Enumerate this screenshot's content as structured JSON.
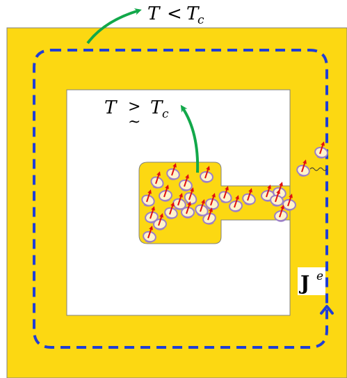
{
  "labels": {
    "top_left": "T",
    "top_op": "<",
    "top_right": "T",
    "top_sub": "c",
    "inner_left": "T",
    "inner_op_top": ">",
    "inner_op_bottom": "~",
    "inner_right": "T",
    "inner_sub": "c",
    "current_base": "J",
    "current_sup": "e"
  },
  "colors": {
    "ring": "#FCD812",
    "outline": "#808080",
    "current_loop": "#1F3ED6",
    "arrow": "#12A84A",
    "spin_arrow": "#E01010",
    "particle": "#9B7FC8",
    "particle_fill": "#FFF4CC"
  },
  "particles": {
    "count": 26
  }
}
